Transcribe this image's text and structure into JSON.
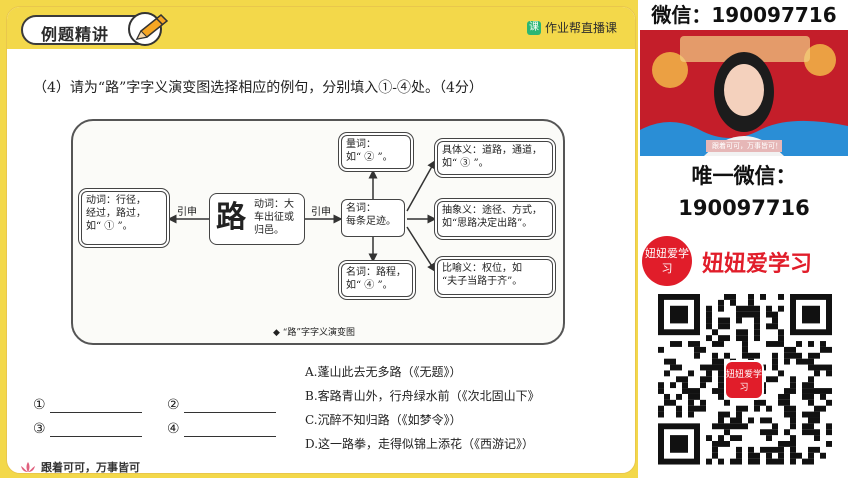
{
  "header": {
    "title": "例题精讲",
    "brand": "作业帮直播课",
    "brand_logo": "课"
  },
  "question": "（4）请为“路”字字义演变图选择相应的例句，分别填入①-④处。（4分）",
  "diagram": {
    "left_box": [
      "动词：行径，",
      "经过，路过，",
      "如“ ① ”。"
    ],
    "center_char": "路",
    "center_box": [
      "动词：大",
      "车出征或",
      "归邑。"
    ],
    "yinshen1": "引申",
    "yinshen2": "引申",
    "noun_box": [
      "名词：",
      "每条足迹。"
    ],
    "measure_box": [
      "量词：",
      "如“ ② ”。"
    ],
    "distance_box": [
      "名词：路程，",
      "如“ ④ ”。"
    ],
    "concrete_box": [
      "具体义：道路，通道，",
      "如“  ③  ”。"
    ],
    "abstract_box": [
      "抽象义：途径、方式，",
      "如“思路决定出路”。"
    ],
    "metaphor_box": [
      "比喻义：权位，如",
      "“夫子当路于齐”。"
    ],
    "caption": "◆ “路”字字义演变图"
  },
  "options": [
    "A.蓬山此去无多路（《无题》）",
    "B.客路青山外，行舟绿水前（《次北固山下》",
    "C.沉醉不知归路（《如梦令》）",
    "D.这一路拳，走得似锦上添花（《西游记》）"
  ],
  "blanks": [
    "①",
    "②",
    "③",
    "④"
  ],
  "footer": "跟着可可，万事皆可",
  "side": {
    "wechat_top": "微信：190097716",
    "video_banner": "跟着可可，万事皆可！",
    "unique_label": "唯一微信：",
    "unique_number": "190097716",
    "logo_text": "妞妞爱学习",
    "brand_name": "妞妞爱学习",
    "qr_center_text": "妞妞爱学习"
  }
}
